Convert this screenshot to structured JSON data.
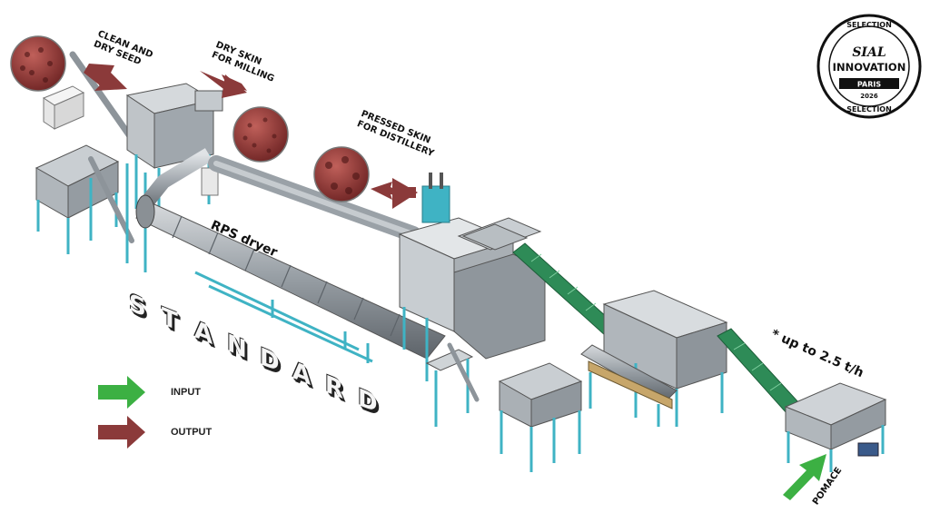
{
  "labels": {
    "clean_dry_seed": [
      "CLEAN AND",
      "DRY SEED"
    ],
    "dry_skin_milling": [
      "DRY SKIN",
      "FOR MILLING"
    ],
    "pressed_skin": [
      "PRESSED SKIN",
      "FOR DISTILLERY"
    ],
    "rps_dryer": "RPS dryer",
    "standard_letters": [
      "S",
      "T",
      "A",
      "N",
      "D",
      "A",
      "R",
      "D"
    ],
    "capacity": "* up to 2.5 t/h",
    "pomace": "POMACE"
  },
  "legend": {
    "input": "INPUT",
    "output": "OUTPUT"
  },
  "badge": {
    "top": "SELECTION",
    "brand": "SIAL",
    "innovation": "INNOVATION",
    "city": "PARIS",
    "year": "2026",
    "bottom": "SELECTION"
  },
  "colors": {
    "input_arrow": "#3cb043",
    "output_arrow": "#8b3a3a",
    "frame": "#3fb3c4",
    "steel": "#a7adb3",
    "steel_dark": "#6d747a",
    "belt": "#2e8b57",
    "product": "#9b3b3b"
  },
  "icons": {
    "input": "arrow-right-green",
    "output": "arrow-right-red",
    "badge": "award-seal"
  }
}
